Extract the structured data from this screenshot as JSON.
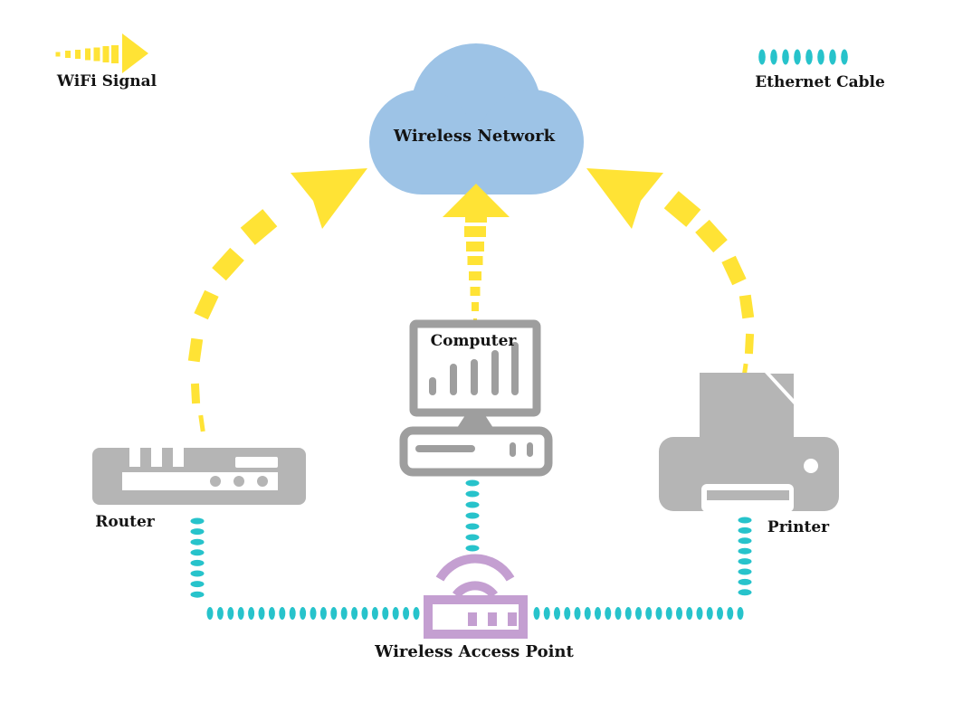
{
  "legend": {
    "wifi": {
      "label": "WiFi Signal",
      "icon": "wifi-signal-arrow-icon"
    },
    "ethernet": {
      "label": "Ethernet Cable",
      "icon": "ethernet-cable-dots-icon"
    }
  },
  "nodes": {
    "cloud": {
      "label": "Wireless Network",
      "icon": "cloud-icon"
    },
    "computer": {
      "label": "Computer",
      "icon": "computer-icon"
    },
    "router": {
      "label": "Router",
      "icon": "router-icon"
    },
    "printer": {
      "label": "Printer",
      "icon": "printer-icon"
    },
    "access_point": {
      "label": "Wireless Access Point",
      "icon": "wireless-access-point-icon"
    }
  },
  "connections": [
    {
      "from": "Router",
      "to": "Wireless Network",
      "type": "WiFi Signal"
    },
    {
      "from": "Computer",
      "to": "Wireless Network",
      "type": "WiFi Signal"
    },
    {
      "from": "Printer",
      "to": "Wireless Network",
      "type": "WiFi Signal"
    },
    {
      "from": "Router",
      "to": "Wireless Access Point",
      "type": "Ethernet Cable"
    },
    {
      "from": "Computer",
      "to": "Wireless Access Point",
      "type": "Ethernet Cable"
    },
    {
      "from": "Printer",
      "to": "Wireless Access Point",
      "type": "Ethernet Cable"
    }
  ],
  "colors": {
    "yellow": "#FFE335",
    "teal": "#27C3CB",
    "gray": "#B5B5B5",
    "compGray": "#9E9E9E",
    "cloud": "#9DC3E6",
    "purple": "#C49FD1",
    "text": "#141414",
    "bg": "#FFFFFF"
  }
}
